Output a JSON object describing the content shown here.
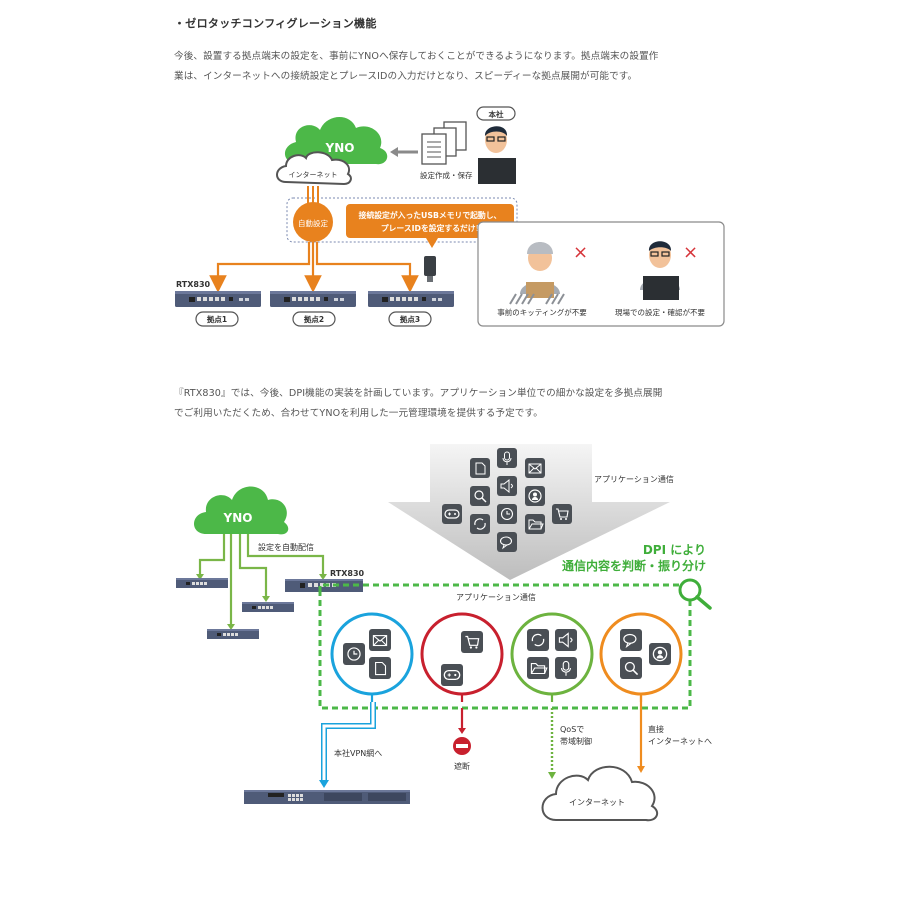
{
  "section1": {
    "heading": "・ゼロタッチコンフィグレーション機能",
    "paragraph_line1": "今後、設置する拠点端末の設定を、事前にYNOへ保存しておくことができるようになります。拠点端末の設置作",
    "paragraph_line2": "業は、インターネットへの接続設定とプレースIDの入力だけとなり、スピーディーな拠点展開が可能です。",
    "diagram": {
      "cloud_label": "YNO",
      "internet_label": "インターネット",
      "save_label": "設定作成・保存",
      "hq_label": "本社",
      "auto_config_label": "自動設定",
      "callout_line1": "接続設定が入ったUSBメモリで起動し、",
      "callout_line2": "プレースIDを設定するだけ!",
      "router_model": "RTX830",
      "sites": [
        "拠点1",
        "拠点2",
        "拠点3"
      ],
      "unneeded": [
        {
          "label": "事前のキッティングが不要",
          "mark": "×"
        },
        {
          "label": "現場での設定・確認が不要",
          "mark": "×"
        }
      ],
      "colors": {
        "orange": "#e8821e",
        "green": "#4cb848",
        "gray_border": "#8a8a8a",
        "red_x": "#d6343a"
      }
    }
  },
  "section2": {
    "paragraph_line1": "『RTX830』では、今後、DPI機能の実装を計画しています。アプリケーション単位での細かな設定を多拠点展開",
    "paragraph_line2": "でご利用いただくため、合わせてYNOを利用した一元管理環境を提供する予定です。",
    "diagram": {
      "cloud_label": "YNO",
      "auto_distribute_label": "設定を自動配信",
      "router_model": "RTX830",
      "app_traffic_label_top": "アプリケーション通信",
      "app_traffic_label_inner": "アプリケーション通信",
      "dpi_line1": "DPI により",
      "dpi_line2": "通信内容を判断・振り分け",
      "groups": [
        {
          "name": "vpn",
          "color": "#1aa3dd",
          "icons": [
            "clock-icon",
            "mail-icon",
            "document-icon"
          ]
        },
        {
          "name": "block",
          "color": "#c8202e",
          "icons": [
            "cart-icon",
            "gamepad-icon"
          ]
        },
        {
          "name": "qos",
          "color": "#6db33f",
          "icons": [
            "sync-icon",
            "speaker-icon",
            "folder-icon",
            "mic-icon"
          ]
        },
        {
          "name": "direct",
          "color": "#ef8c1f",
          "icons": [
            "chat-icon",
            "contact-icon",
            "search-icon"
          ]
        }
      ],
      "vpn_label": "本社VPN網へ",
      "block_label": "遮断",
      "qos_line1": "QoSで",
      "qos_line2": "帯域制御",
      "direct_line1": "直接",
      "direct_line2": "インターネットへ",
      "internet_label": "インターネット",
      "colors": {
        "green": "#4cb848",
        "dpi_green": "#3fae3a",
        "icon_bg": "#4a4f55"
      }
    }
  }
}
